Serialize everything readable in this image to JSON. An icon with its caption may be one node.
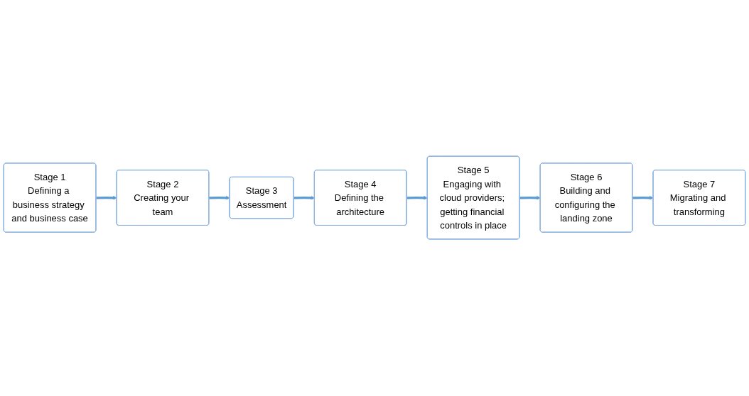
{
  "diagram": {
    "nodes": [
      {
        "text": [
          "Stage 1",
          "Defining a business strategy and business case"
        ]
      },
      {
        "text": [
          "Stage 2",
          "Creating your team"
        ]
      },
      {
        "text": [
          "Stage 3",
          "Assessment"
        ]
      },
      {
        "text": [
          "Stage 4",
          "Defining the architecture"
        ]
      },
      {
        "text": [
          "Stage 5",
          "Engaging with cloud providers; getting financial controls in place"
        ]
      },
      {
        "text": [
          "Stage 6",
          "Building and configuring the landing zone"
        ]
      },
      {
        "text": [
          "Stage 7",
          "Migrating and transforming"
        ]
      }
    ],
    "edges": [
      {
        "from": 0,
        "to": 1,
        "arrow": "to"
      },
      {
        "from": 1,
        "to": 2,
        "arrow": "to"
      },
      {
        "from": 2,
        "to": 3,
        "arrow": "to"
      },
      {
        "from": 3,
        "to": 4,
        "arrow": "to"
      },
      {
        "from": 4,
        "to": 5,
        "arrow": "to"
      },
      {
        "from": 5,
        "to": 6,
        "arrow": "to"
      }
    ]
  }
}
